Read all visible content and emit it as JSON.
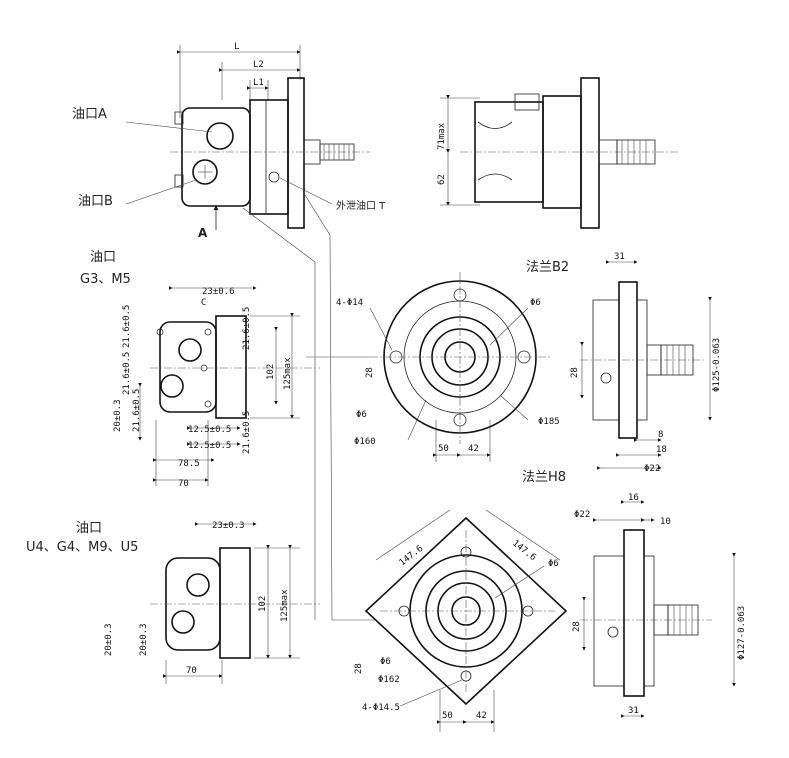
{
  "labels": {
    "port_a": "油口A",
    "port_b": "油口B",
    "drain_port": "外泄油口 T",
    "view_a": "A",
    "ports_g3_title": "油口",
    "ports_g3_codes": "G3、M5",
    "ports_u4_title": "油口",
    "ports_u4_codes": "U4、G4、M9、U5",
    "flange_b2": "法兰B2",
    "flange_h8": "法兰H8"
  },
  "dims": {
    "L": "L",
    "L2": "L2",
    "L1": "L1",
    "d71max": "71max",
    "d62": "62",
    "g_23": "23±0.6",
    "g_c": "C",
    "g_216a": "21.6±0.5",
    "g_216b": "21.6±0.5",
    "g_216c": "21.6±0.5",
    "g_216d": "21.6±0.5",
    "g_216e": "21.6±0.5",
    "g_20": "20±0.3",
    "g_125a": "12.5±0.5",
    "g_125b": "12.5±0.5",
    "g_785": "78.5",
    "g_70": "70",
    "g_102": "102",
    "g_125max": "125max",
    "u_23": "23±0.3",
    "u_20a": "20±0.3",
    "u_20b": "20±0.3",
    "u_70": "70",
    "u_102": "102",
    "u_125max": "125max",
    "b2_4phi14": "4-Φ14",
    "b2_phi6": "Φ6",
    "b2_28": "28",
    "b2_phi6b": "Φ6",
    "b2_phi160": "Φ160",
    "b2_phi185": "Φ185",
    "b2_50": "50",
    "b2_42": "42",
    "b2s_31": "31",
    "b2s_28": "28",
    "b2s_phi125": "Φ125-0.063",
    "b2s_8": "8",
    "b2s_18": "18",
    "b2s_phi22": "Φ22",
    "h8_1476a": "147.6",
    "h8_1476b": "147.6",
    "h8_phi6": "Φ6",
    "h8_28": "28",
    "h8_phi6b": "Φ6",
    "h8_phi162": "Φ162",
    "h8_4phi145": "4-Φ14.5",
    "h8_50": "50",
    "h8_42": "42",
    "h8s_16": "16",
    "h8s_phi22": "Φ22",
    "h8s_10": "10",
    "h8s_28": "28",
    "h8s_phi127": "Φ127-0.063",
    "h8s_31": "31"
  }
}
